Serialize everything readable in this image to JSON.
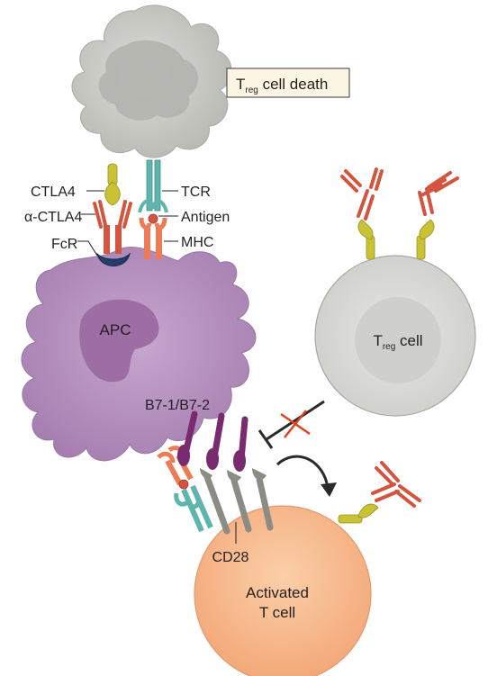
{
  "labels": {
    "treg_death_main": "T",
    "treg_death_sub": "reg",
    "treg_death_rest": " cell death",
    "ctla4": "CTLA4",
    "tcr": "TCR",
    "alpha_ctla4": "α-CTLA4",
    "antigen": "Antigen",
    "fcr": "FcR",
    "mhc": "MHC",
    "apc": "APC",
    "treg_main": "T",
    "treg_sub": "reg",
    "treg_rest": " cell",
    "b7": "B7-1/B7-2",
    "cd28": "CD28",
    "activated_line1": "Activated",
    "activated_line2": "T cell"
  },
  "colors": {
    "dying_cell": "#c9c9c4",
    "apc_cell": "#b68fbf",
    "apc_nucleus": "#9c6ea4",
    "treg_cell": "#d7d7d3",
    "treg_nucleus": "#cfcfcb",
    "activated_cell": "#f7b98e",
    "ctla4_receptor": "#c8c234",
    "antibody": "#d4553f",
    "tcr": "#5fb5ae",
    "mhc": "#ef7b56",
    "antigen": "#d4553f",
    "fcr": "#233e6b",
    "b7": "#7a2a6f",
    "cd28": "#8c8c86",
    "inhibit_cross": "#e0411e"
  }
}
